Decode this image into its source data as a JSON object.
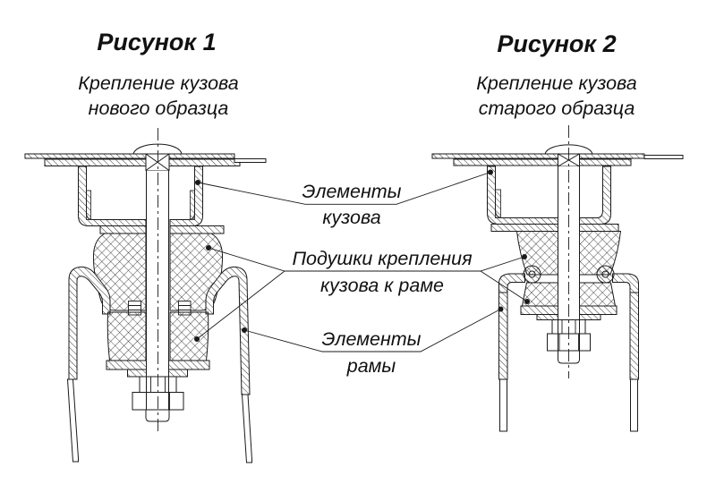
{
  "page": {
    "background": "#ffffff",
    "ink": "#1a1a1a"
  },
  "figure1": {
    "title": "Рисунок 1",
    "subtitle_line1": "Крепление кузова",
    "subtitle_line2": "нового образца"
  },
  "figure2": {
    "title": "Рисунок 2",
    "subtitle_line1": "Крепление кузова",
    "subtitle_line2": "старого образца"
  },
  "callouts": {
    "body_elements": {
      "line1": "Элементы",
      "line2": "кузова"
    },
    "mount_cushions": {
      "line1": "Подушки крепления",
      "line2": "кузова к раме"
    },
    "frame_elements": {
      "line1": "Элементы",
      "line2": "рамы"
    }
  }
}
